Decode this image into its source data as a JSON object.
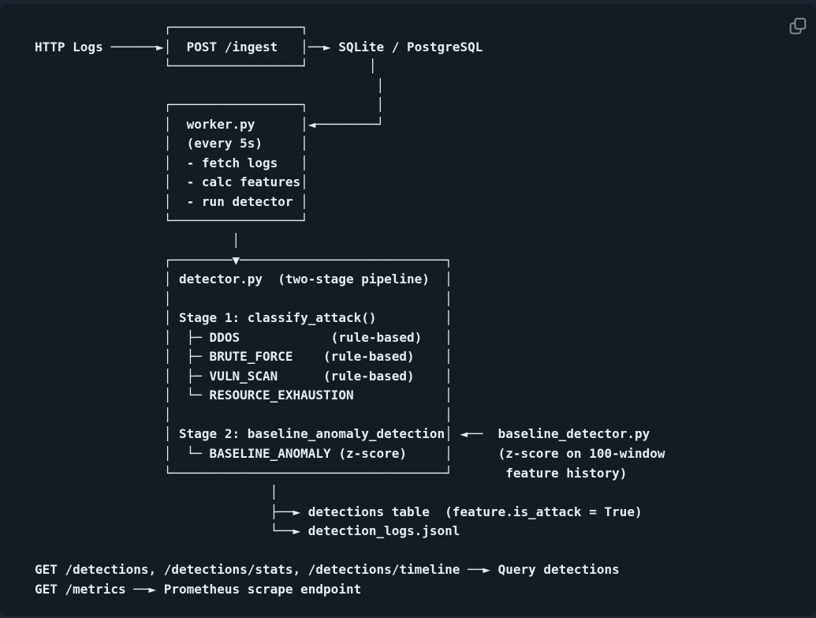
{
  "page": {
    "background_color": "#151b23",
    "page_background_color": "#1d2430",
    "text_color": "#e6edf3"
  },
  "toolbar": {
    "copy_icon": "copy-icon",
    "copy_icon_color": "#828c96"
  },
  "diagram": {
    "description": "ASCII architecture diagram of a two-stage attack detection pipeline",
    "rows": [
      "                 ┌─────────────────┐",
      "HTTP Logs ──────►│  POST /ingest   │──► SQLite / PostgreSQL",
      "                 └─────────────────┘        │",
      "                                             │",
      "                 ┌─────────────────┐         │",
      "                 │  worker.py      │◄────────┘",
      "                 │  (every 5s)     │",
      "                 │  - fetch logs   │",
      "                 │  - calc features│",
      "                 │  - run detector │",
      "                 └─────────────────┘",
      "                          │",
      "                 ┌────────▼───────────────────────────┐",
      "                 │ detector.py  (two-stage pipeline)  │",
      "                 │                                    │",
      "                 │ Stage 1: classify_attack()         │",
      "                 │  ├─ DDOS            (rule-based)   │",
      "                 │  ├─ BRUTE_FORCE    (rule-based)    │",
      "                 │  ├─ VULN_SCAN      (rule-based)    │",
      "                 │  └─ RESOURCE_EXHAUSTION            │",
      "                 │                                    │",
      "                 │ Stage 2: baseline_anomaly_detection│ ◄──  baseline_detector.py",
      "                 │  └─ BASELINE_ANOMALY (z-score)     │      (z-score on 100-window",
      "                 └────────────────────────────────────┘       feature history)",
      "                               │",
      "                               ├──► detections table  (feature.is_attack = True)",
      "                               └──► detection_logs.jsonl",
      "",
      "GET /detections, /detections/stats, /detections/timeline ──► Query detections",
      "GET /metrics ──► Prometheus scrape endpoint"
    ]
  }
}
